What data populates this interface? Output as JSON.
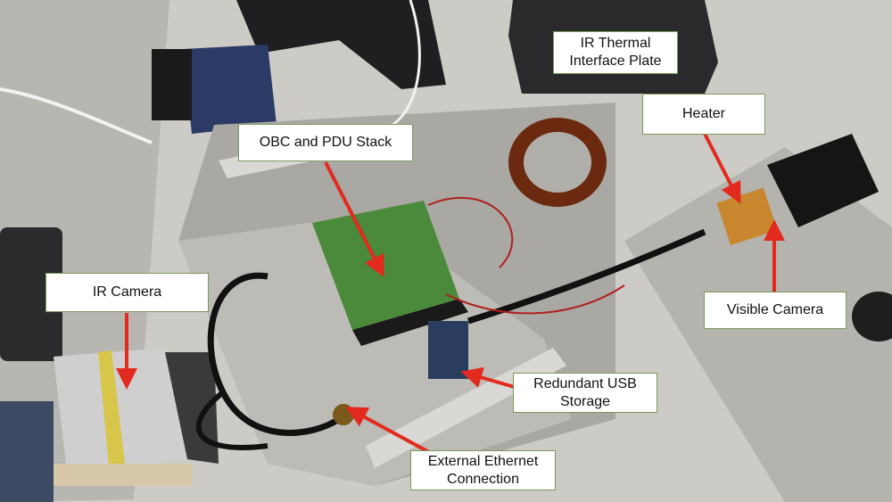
{
  "labels": {
    "ir_thermal_plate": "IR Thermal\nInterface Plate",
    "obc_pdu": "OBC and PDU Stack",
    "heater": "Heater",
    "ir_camera": "IR Camera",
    "visible_camera": "Visible Camera",
    "usb_storage": "Redundant USB\nStorage",
    "ethernet": "External Ethernet\nConnection"
  },
  "colors": {
    "arrow": "#e32a1e",
    "callout_border": "#7a9a5a",
    "bench": "#c9c7c2",
    "aluminum": "#b9b8b3"
  }
}
